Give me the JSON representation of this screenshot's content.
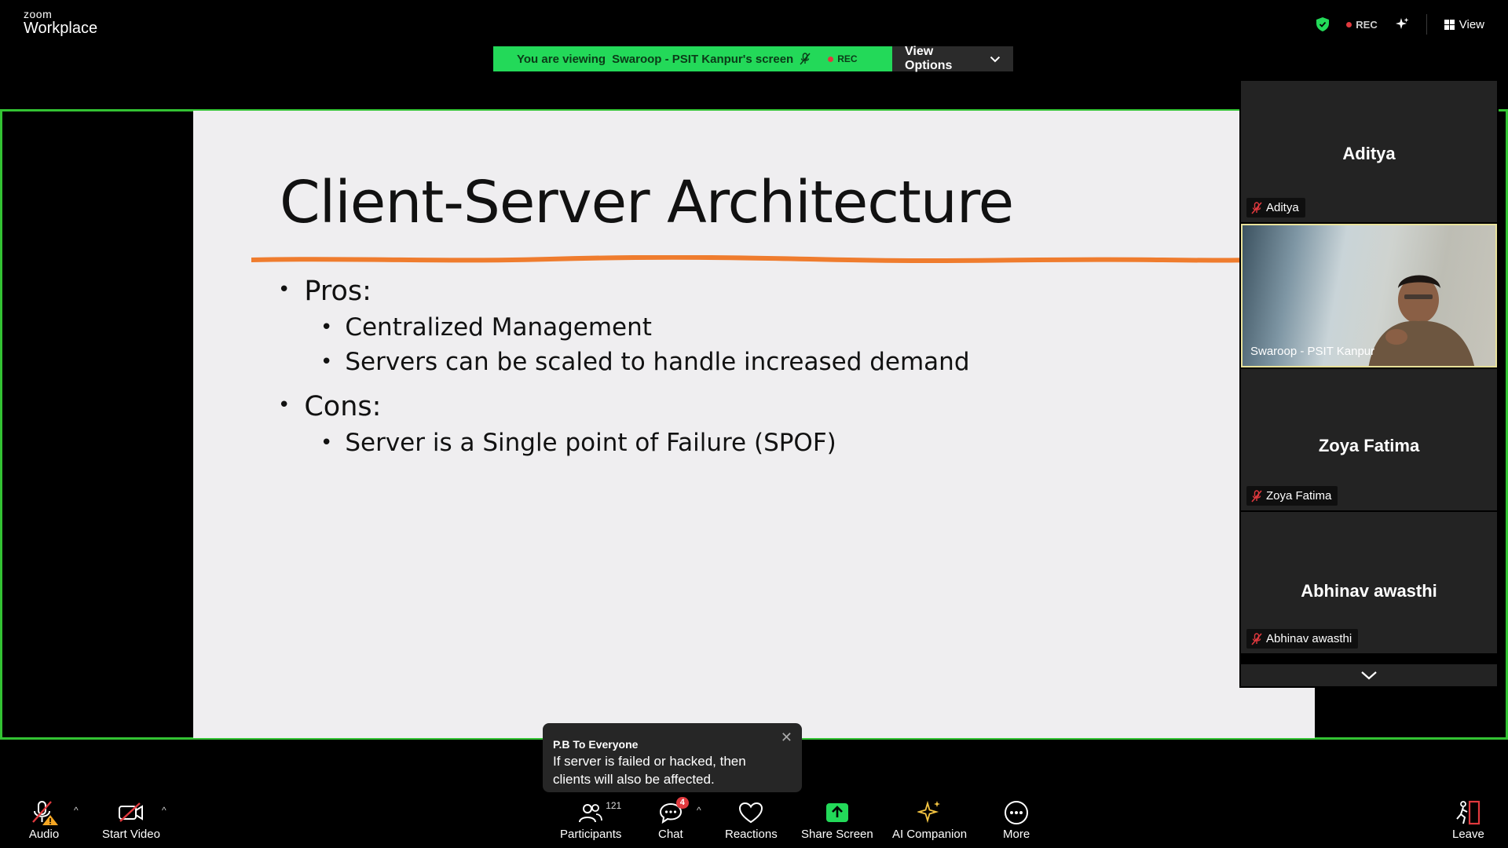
{
  "app": {
    "logo_small": "zoom",
    "logo_big": "Workplace"
  },
  "top_right": {
    "rec_label": "REC",
    "view_label": "View"
  },
  "banner": {
    "prefix": "You are viewing",
    "sharer": "Swaroop - PSIT Kanpur's screen",
    "rec_label": "REC",
    "view_options": "View Options"
  },
  "slide": {
    "title": "Client-Server Architecture",
    "bullets": [
      {
        "text": "Pros:",
        "sub": [
          "Centralized Management",
          "Servers can be scaled to handle increased demand"
        ]
      },
      {
        "text": "Cons:",
        "sub": [
          "Server is a Single point of Failure (SPOF)"
        ]
      }
    ]
  },
  "participants": [
    {
      "display": "Aditya",
      "label": "Aditya"
    },
    {
      "display": "",
      "label": "Swaroop - PSIT Kanpur"
    },
    {
      "display": "Zoya Fatima",
      "label": "Zoya Fatima"
    },
    {
      "display": "Abhinav awasthi",
      "label": "Abhinav awasthi"
    }
  ],
  "chat_toast": {
    "sender": "P.B To Everyone",
    "message_line1": "If server is failed or hacked, then",
    "message_line2": "clients will also be affected."
  },
  "toolbar": {
    "audio": "Audio",
    "start_video": "Start Video",
    "participants": "Participants",
    "participants_count": "121",
    "chat": "Chat",
    "chat_badge": "4",
    "reactions": "Reactions",
    "share_screen": "Share Screen",
    "ai_companion": "AI Companion",
    "more": "More",
    "leave": "Leave"
  },
  "colors": {
    "accent_green": "#23d959",
    "share_border": "#33c233",
    "slide_underline": "#ef7c2e",
    "rec_red": "#e0393e"
  }
}
